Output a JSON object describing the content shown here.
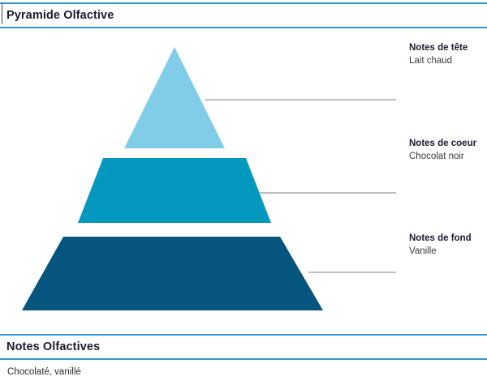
{
  "theme": {
    "rule_color": "#2e9bc4",
    "connector_color": "#a8a8a8",
    "background": "#ffffff",
    "heading_color": "#1b1b2f",
    "body_text_color": "#2b2b2b"
  },
  "pyramid_section": {
    "title": "Pyramide Olfactive",
    "tiers": [
      {
        "name": "Notes de tête",
        "value": "Lait chaud",
        "color": "#81cde8",
        "level": "top"
      },
      {
        "name": "Notes de coeur",
        "value": "Chocolat noir",
        "color": "#0498be",
        "level": "middle"
      },
      {
        "name": "Notes de fond",
        "value": "Vanille",
        "color": "#05557e",
        "level": "base"
      }
    ]
  },
  "notes_section": {
    "title": "Notes Olfactives",
    "body": "Chocolaté, vanillé"
  }
}
